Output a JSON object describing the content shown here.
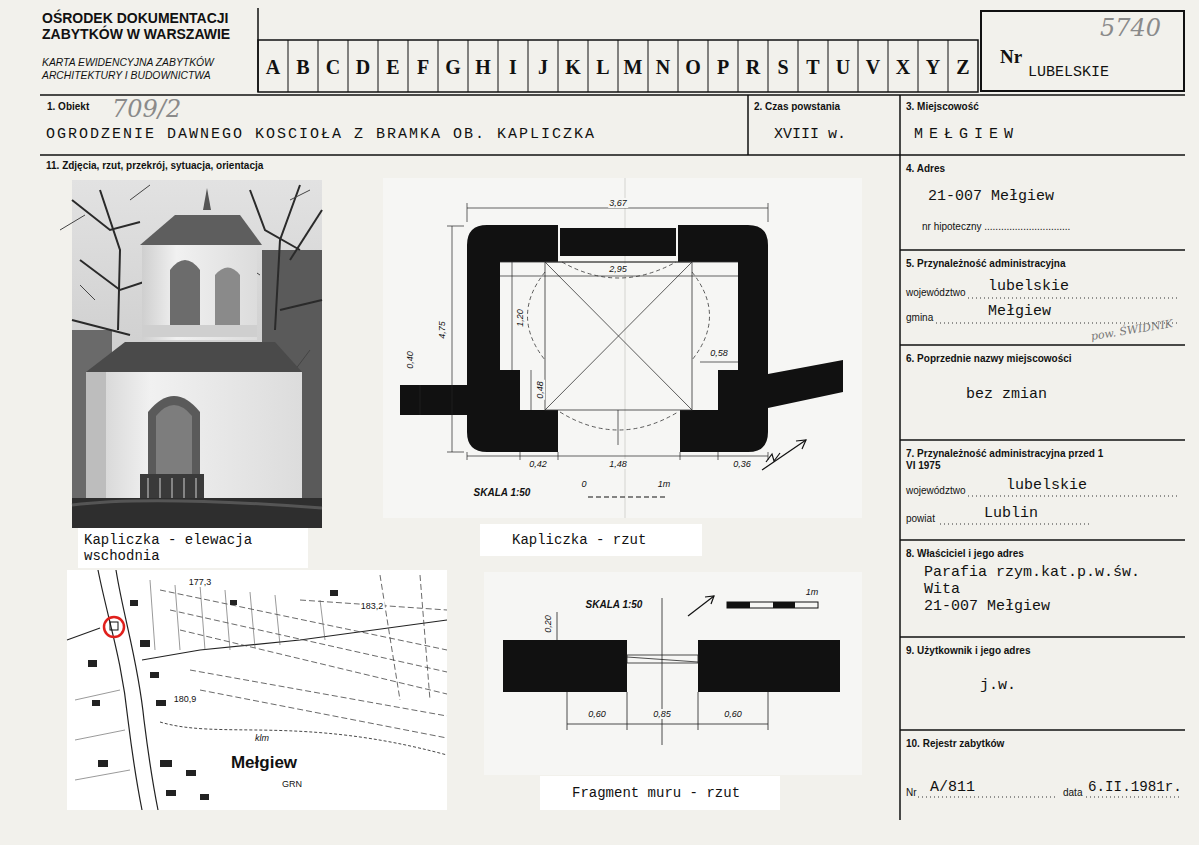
{
  "diagram": {
    "nodes": [
      {
        "text": [
          "OŚRODEK DOKUMENTACJI ZABYTKÓW W WARSZAWIE",
          "KARTA EWIDENCYJNA ZABYTKÓW ARCHITEKTURY I BUDOWNICTWA"
        ]
      },
      {
        "text": [
          "Nr",
          "5740",
          "LUBELSKIE"
        ]
      },
      {
        "text": [
          "1. Obiekt",
          "709/2",
          "OGRODZENIE DAWNEGO KOSCIOŁA Z BRAMKA OB. KAPLICZKA"
        ]
      },
      {
        "text": [
          "2. Czas powstania",
          "XVIII w."
        ]
      },
      {
        "text": [
          "3. Miejscowość",
          "MEŁGIEW"
        ]
      },
      {
        "text": [
          "11. Zdjęcia, rzut, przekrój, sytuacja, orientacja"
        ]
      },
      {
        "text": [
          "Kapliczka - elewacja wschodnia"
        ],
        "in": 5
      },
      {
        "text": [
          "Kapliczka - rzut"
        ],
        "in": 5
      },
      {
        "text": [
          "Fragment muru - rzut"
        ],
        "in": 5
      },
      {
        "text": [
          "4. Adres",
          "21-007 Mełgiew",
          "nr hipoteczny ..............................."
        ]
      },
      {
        "text": [
          "5. Przynależność administracyjna",
          "województwo",
          "lubelskie",
          "gmina",
          "Mełgiew",
          "pow. ŚWIDNIK"
        ]
      },
      {
        "text": [
          "6. Poprzednie nazwy miejscowości",
          "bez zmian"
        ]
      },
      {
        "text": [
          "7. Przynależność administracyjna przed 1 VI 1975",
          "województwo",
          "lubelskie",
          "powiat",
          "Lublin"
        ]
      },
      {
        "text": [
          "8. Właściciel i jego adres",
          "Parafia rzym.kat.p.w.św. Wita",
          "21-007 Mełgiew"
        ]
      },
      {
        "text": [
          "9. Użytkownik i jego adres",
          "j.w."
        ]
      },
      {
        "text": [
          "10. Rejestr zabytków",
          "Nr",
          "A/811",
          "data",
          "6.II.1981r."
        ]
      }
    ],
    "labels": [
      "A",
      "B",
      "C",
      "D",
      "E",
      "F",
      "G",
      "H",
      "I",
      "J",
      "K",
      "L",
      "M",
      "N",
      "O",
      "P",
      "R",
      "S",
      "T",
      "U",
      "V",
      "X",
      "Y",
      "Z",
      "3,67",
      "2,95",
      "1,20",
      "4,75",
      "0,40",
      "0,58",
      "0,48",
      "0,42",
      "1,48",
      "0,36",
      "SKALA 1:50",
      "0",
      "1m",
      "SKALA 1:50",
      "0,20",
      "1m",
      "0,60",
      "0,85",
      "0,60",
      "177,3",
      "183,2",
      "180,9",
      "klm",
      "Mełgiew",
      "GRN"
    ]
  }
}
